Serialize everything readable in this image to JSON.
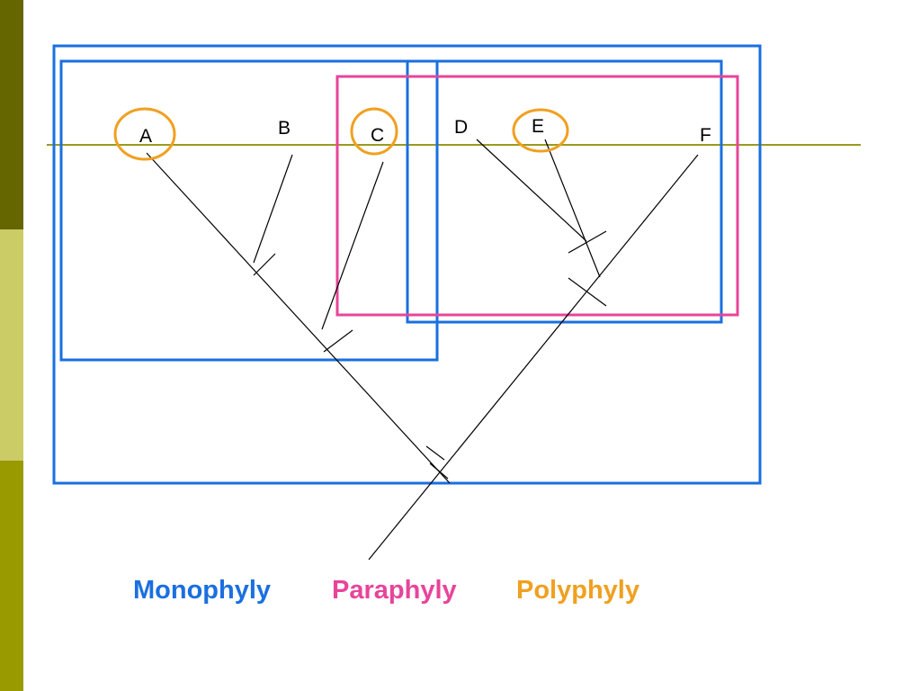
{
  "colors": {
    "sidebar": [
      "#666600",
      "#cccc66",
      "#999900"
    ],
    "monophyly": "#1a6fe0",
    "paraphyly": "#e8449a",
    "polyphyly": "#f0a020",
    "baseline": "#9a9a20",
    "branches": "#000000"
  },
  "taxa": [
    "A",
    "B",
    "C",
    "D",
    "E",
    "F"
  ],
  "circled_taxa": [
    "A",
    "C",
    "E"
  ],
  "legend": {
    "monophyly": "Monophyly",
    "paraphyly": "Paraphyly",
    "polyphyly": "Polyphyly"
  }
}
